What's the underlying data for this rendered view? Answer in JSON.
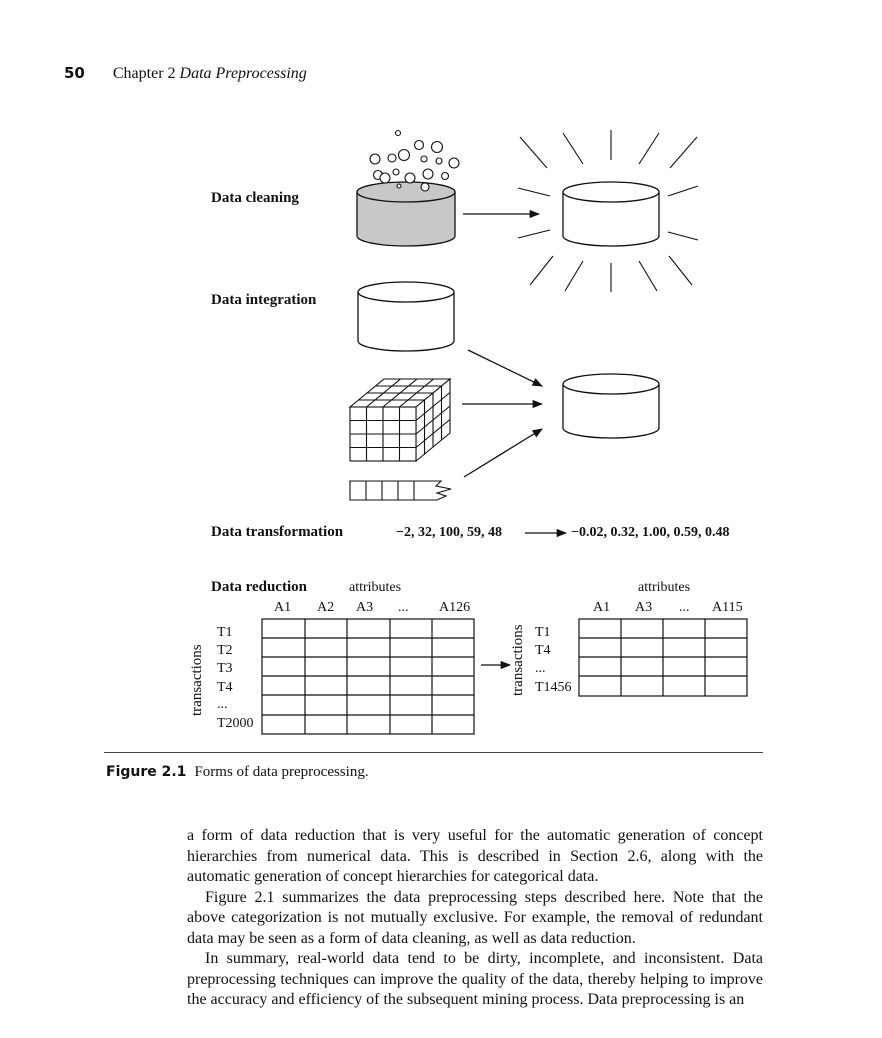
{
  "header": {
    "page_number": "50",
    "chapter_label": "Chapter 2",
    "chapter_title": "Data Preprocessing"
  },
  "figure": {
    "labels": {
      "cleaning": "Data cleaning",
      "integration": "Data integration",
      "transformation": "Data transformation",
      "reduction": "Data reduction"
    },
    "transformation": {
      "input": "−2, 32, 100, 59, 48",
      "output": "−0.02, 0.32, 1.00, 0.59, 0.48"
    },
    "reduction": {
      "left": {
        "attributes_label": "attributes",
        "columns": [
          "A1",
          "A2",
          "A3",
          "...",
          "A126"
        ],
        "transactions_label": "transactions",
        "rows": [
          "T1",
          "T2",
          "T3",
          "T4",
          "...",
          "T2000"
        ]
      },
      "right": {
        "attributes_label": "attributes",
        "columns": [
          "A1",
          "A3",
          "...",
          "A115"
        ],
        "transactions_label": "transactions",
        "rows": [
          "T1",
          "T4",
          "...",
          "T1456"
        ]
      }
    },
    "caption_label": "Figure 2.1",
    "caption_text": "Forms of data preprocessing."
  },
  "body": {
    "paragraphs": [
      "a form of data reduction that is very useful for the automatic generation of concept hierarchies from numerical data. This is described in Section 2.6, along with the automatic generation of concept hierarchies for categorical data.",
      "Figure 2.1 summarizes the data preprocessing steps described here. Note that the above categorization is not mutually exclusive. For example, the removal of redundant data may be seen as a form of data cleaning, as well as data reduction.",
      "In summary, real-world data tend to be dirty, incomplete, and inconsistent. Data preprocessing techniques can improve the quality of the data, thereby helping to improve the accuracy and efficiency of the subsequent mining process. Data preprocessing is an"
    ]
  }
}
